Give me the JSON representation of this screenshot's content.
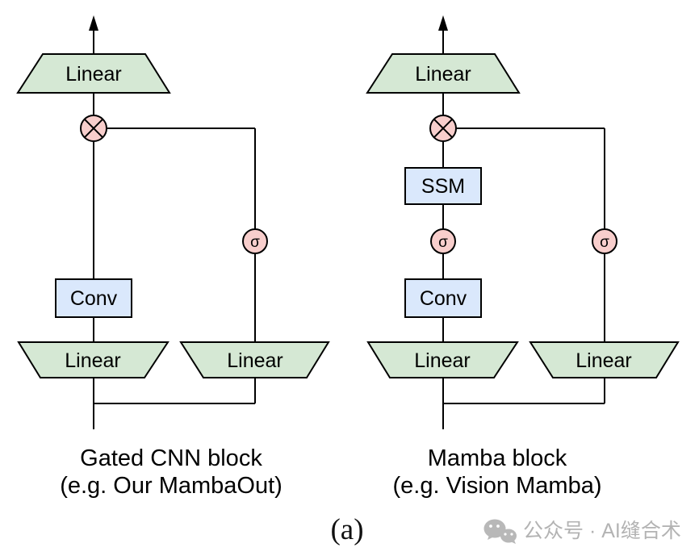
{
  "left_diagram": {
    "top_linear": "Linear",
    "multiply_icon": "circled-times",
    "sigma_right": "σ",
    "conv": "Conv",
    "bottom_linear_left": "Linear",
    "bottom_linear_right": "Linear",
    "caption_line1": "Gated CNN block",
    "caption_line2": "(e.g. Our MambaOut)"
  },
  "right_diagram": {
    "top_linear": "Linear",
    "multiply_icon": "circled-times",
    "ssm": "SSM",
    "sigma_main": "σ",
    "sigma_right": "σ",
    "conv": "Conv",
    "bottom_linear_left": "Linear",
    "bottom_linear_right": "Linear",
    "caption_line1": "Mamba block",
    "caption_line2": "(e.g. Vision Mamba)"
  },
  "figure_label": "(a)",
  "watermark": {
    "icon": "wechat-icon",
    "text": "公众号 · AI缝合术"
  },
  "colors": {
    "linear_fill": "#d5e8d4",
    "conv_ssm_fill": "#dae8fc",
    "operator_fill": "#f8cecc",
    "stroke": "#000000",
    "watermark_gray": "#b3b3b3",
    "background": "#ffffff"
  }
}
